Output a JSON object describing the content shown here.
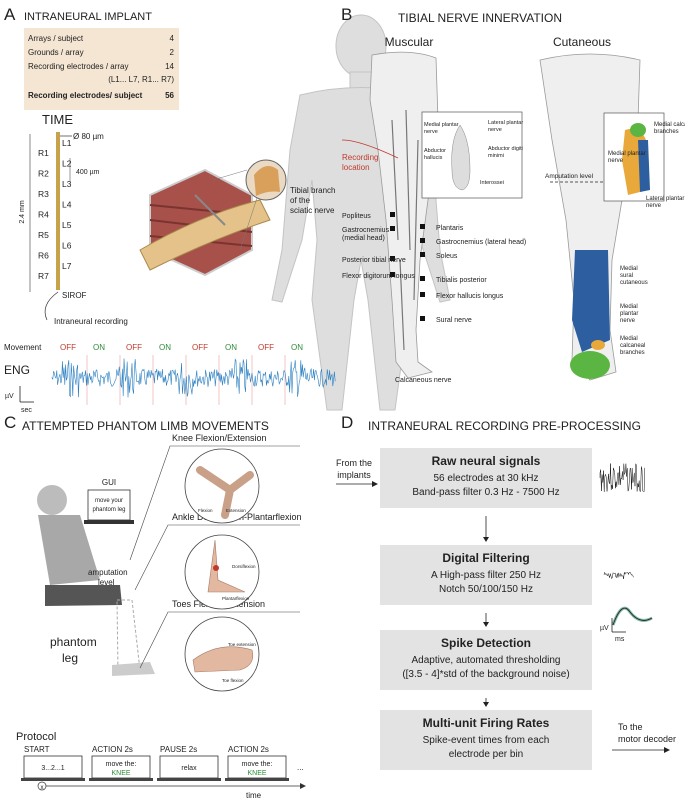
{
  "panelA": {
    "letter": "A",
    "title": "INTRANEURAL IMPLANT",
    "specs": [
      {
        "label": "Arrays / subject",
        "value": "4"
      },
      {
        "label": "Grounds / array",
        "value": "2"
      },
      {
        "label": "Recording electrodes / array",
        "value": "14"
      },
      {
        "label": "(L1... L7, R1... R7)",
        "value": ""
      },
      {
        "label": "Recording electrodes/ subject",
        "value": "56"
      }
    ],
    "time_label": "TIME",
    "diameter": "Ø 80 µm",
    "spacing": "400 µm",
    "length": "2.4 mm",
    "left_contacts": [
      "L1",
      "L2",
      "L3",
      "L4",
      "L5",
      "L6",
      "L7"
    ],
    "right_contacts": [
      "R1",
      "R2",
      "R3",
      "R4",
      "R5",
      "R6",
      "R7"
    ],
    "sirof": "SIROF",
    "nerve_label": "Tibial branch of the sciatic nerve",
    "intraneural_recording": "Intraneural recording",
    "movement_label": "Movement",
    "states": [
      "OFF",
      "ON",
      "OFF",
      "ON",
      "OFF",
      "ON",
      "OFF",
      "ON"
    ],
    "eng_label": "ENG",
    "uv": "µV",
    "sec": "sec"
  },
  "panelB": {
    "letter": "B",
    "title": "TIBIAL NERVE INNERVATION",
    "muscular": "Muscular",
    "cutaneous": "Cutaneous",
    "recording_location": "Recording location",
    "muscles_left": [
      "Popliteus",
      "Gastrocnemius (medial head)",
      "Posterior tibial nerve",
      "Flexor digitorum longus"
    ],
    "muscles_right": [
      "Plantaris",
      "Gastrocnemius (lateral head)",
      "Soleus",
      "Tibialis posterior",
      "Flexor hallucis longus",
      "Sural nerve"
    ],
    "calcaneous_nerve": "Calcaneous nerve",
    "foot_inset": [
      "Medial plantar nerve",
      "Abductor hallucis",
      "Lateral plantar nerve",
      "Abductor digiti minimi",
      "Interossei"
    ],
    "amputation_level": "Amputation level",
    "cut_inset": [
      "Medial calcaneal branches",
      "Medial plantar nerve",
      "Lateral plantar nerve"
    ],
    "cut_lower": [
      "Medial sural cutaneous",
      "Medial plantar nerve",
      "Medial calcaneal branches"
    ]
  },
  "panelC": {
    "letter": "C",
    "title": "ATTEMPTED PHANTOM LIMB MOVEMENTS",
    "gui": "GUI",
    "gui_screen": "move your phantom leg",
    "amputation_level": "amputation level",
    "phantom_leg": "phantom leg",
    "movements": [
      "Knee Flexion/Extension",
      "Ankle Dorsiflexion-Plantarflexion",
      "Toes Flexion-Extension"
    ],
    "knee_small": [
      "Flexion",
      "Extension"
    ],
    "ankle_small": [
      "Dorsiflexion",
      "Plantarflexion"
    ],
    "toe_small": [
      "Toe extension",
      "Toe flexion"
    ],
    "protocol": "Protocol",
    "steps": [
      {
        "header": "START",
        "screen": "3...2...1",
        "accent": ""
      },
      {
        "header": "ACTION 2s",
        "screen": "move the:",
        "accent": "KNEE"
      },
      {
        "header": "PAUSE 2s",
        "screen": "relax",
        "accent": ""
      },
      {
        "header": "ACTION 2s",
        "screen": "move the:",
        "accent": "KNEE"
      }
    ],
    "ellipsis": "...",
    "time_label": "time",
    "x_mark": "x"
  },
  "panelD": {
    "letter": "D",
    "title": "INTRANEURAL RECORDING PRE-PROCESSING",
    "input_label": "From the implants",
    "output_label": "To the motor decoder",
    "steps": [
      {
        "title": "Raw neural signals",
        "lines": [
          "56 electrodes at 30 kHz",
          "Band-pass filter 0.3 Hz - 7500 Hz"
        ]
      },
      {
        "title": "Digital Filtering",
        "lines": [
          "A High-pass filter 250 Hz",
          "Notch 50/100/150 Hz"
        ]
      },
      {
        "title": "Spike Detection",
        "lines": [
          "Adaptive, automated thresholding",
          "([3.5 - 4]*std of the background noise)"
        ]
      },
      {
        "title": "Multi-unit Firing Rates",
        "lines": [
          "Spike-event times from each",
          "electrode per bin"
        ]
      }
    ],
    "uv": "µV",
    "ms": "ms"
  },
  "colors": {
    "eng_signal": "#2a7fc1",
    "off": "#c0392b",
    "on": "#2e8b3a",
    "box_gray": "#e3e3e3",
    "spec_bg": "#f5e6d3",
    "skin": "#d9d9d9",
    "electrode": "#c8a24a",
    "nerve_blue": "#2d5fa0",
    "nerve_orange": "#e8a93a",
    "nerve_green": "#5bb543",
    "muscle_red": "#b5524c"
  }
}
